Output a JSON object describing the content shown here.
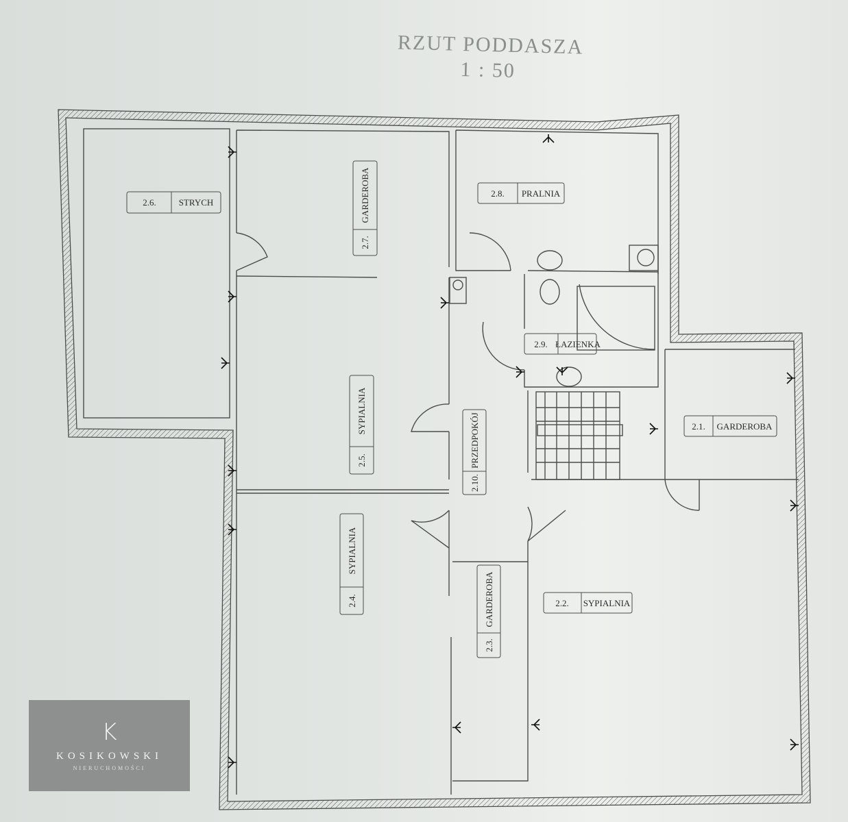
{
  "title": {
    "main": "RZUT PODDASZA",
    "scale": "1 : 50"
  },
  "rooms": [
    {
      "num": "2.6.",
      "name": "STRYCH"
    },
    {
      "num": "2.7.",
      "name": "GARDEROBA"
    },
    {
      "num": "2.5.",
      "name": "SYPIALNIA"
    },
    {
      "num": "2.4.",
      "name": "SYPIALNIA"
    },
    {
      "num": "2.10.",
      "name": "PRZEDPOKÓJ"
    },
    {
      "num": "2.8.",
      "name": "PRALNIA"
    },
    {
      "num": "2.9.",
      "name": "ŁAZIENKA"
    },
    {
      "num": "2.1.",
      "name": "GARDEROBA"
    },
    {
      "num": "2.2.",
      "name": "SYPIALNIA"
    },
    {
      "num": "2.3.",
      "name": "GARDEROBA"
    }
  ],
  "logo": {
    "letter": "K",
    "name": "KOSIKOWSKI",
    "subtitle": "NIERUCHOMOŚCI"
  }
}
